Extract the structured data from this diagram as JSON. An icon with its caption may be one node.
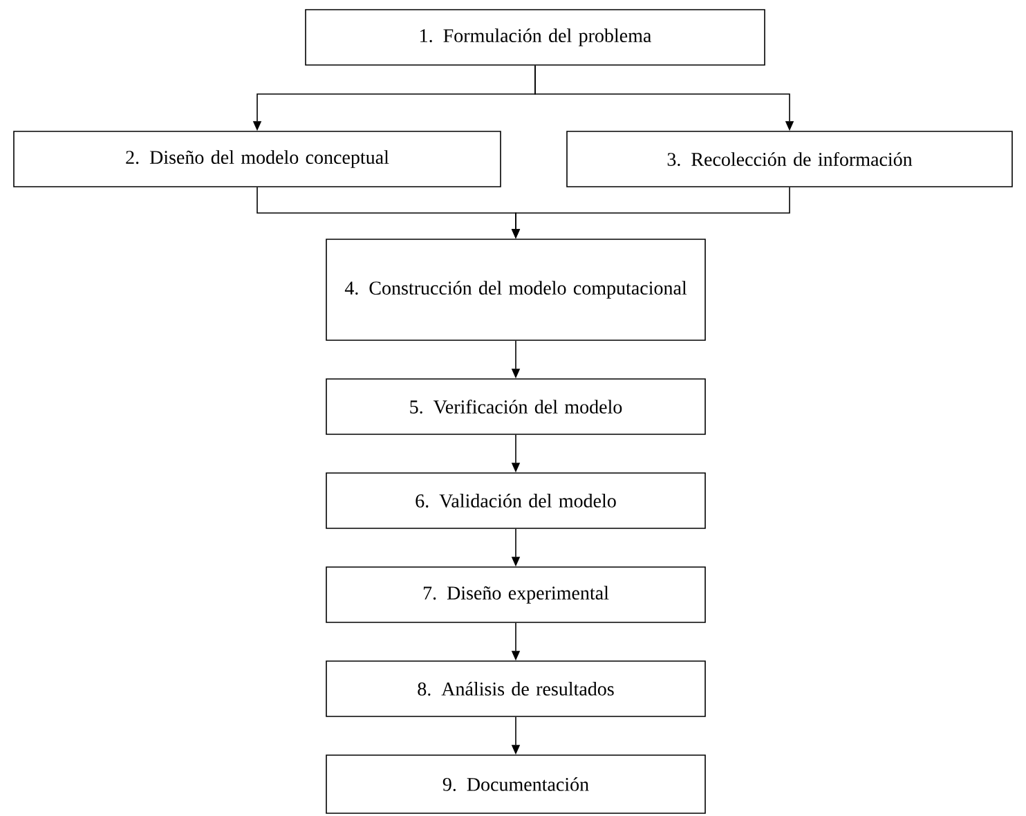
{
  "diagram": {
    "nodes": [
      {
        "text": [
          "1. Formulación del problema"
        ]
      },
      {
        "text": [
          "2. Diseño del modelo conceptual"
        ]
      },
      {
        "text": [
          "3. Recolección de información"
        ]
      },
      {
        "text": [
          "4. Construcción del modelo computacional"
        ]
      },
      {
        "text": [
          "5. Verificación del modelo"
        ]
      },
      {
        "text": [
          "6. Validación del modelo"
        ]
      },
      {
        "text": [
          "7. Diseño experimental"
        ]
      },
      {
        "text": [
          "8. Análisis de resultados"
        ]
      },
      {
        "text": [
          "9. Documentación"
        ]
      }
    ],
    "edges": [
      {
        "from": 0,
        "to": 1,
        "arrow": "to"
      },
      {
        "from": 0,
        "to": 2,
        "arrow": "to"
      },
      {
        "from": 1,
        "to": 3,
        "arrow": "to"
      },
      {
        "from": 2,
        "to": 3,
        "arrow": "to"
      },
      {
        "from": 3,
        "to": 4,
        "arrow": "to"
      },
      {
        "from": 4,
        "to": 5,
        "arrow": "to"
      },
      {
        "from": 5,
        "to": 6,
        "arrow": "to"
      },
      {
        "from": 6,
        "to": 7,
        "arrow": "to"
      },
      {
        "from": 7,
        "to": 8,
        "arrow": "to"
      }
    ]
  }
}
